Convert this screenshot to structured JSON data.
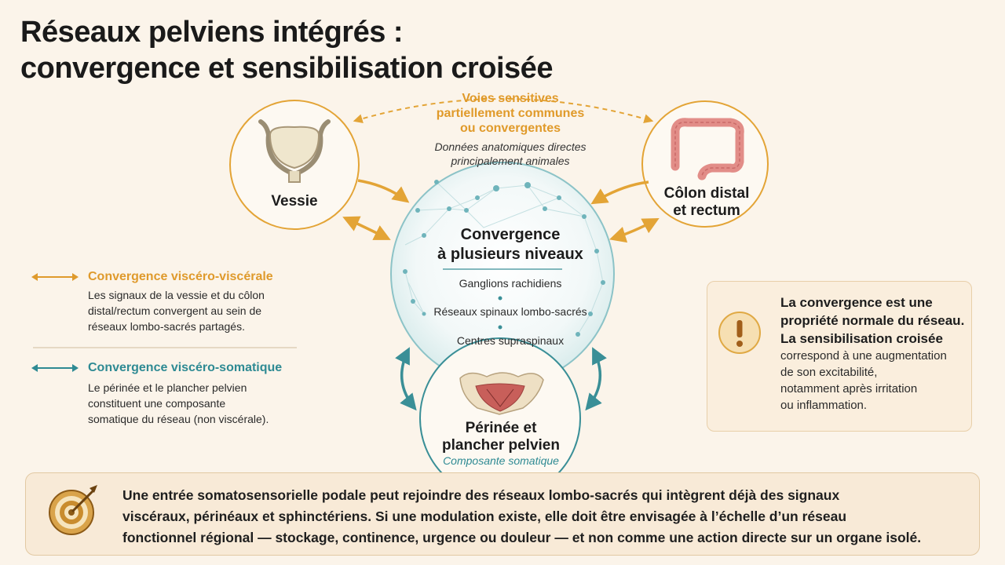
{
  "title": {
    "line1": "Réseaux pelviens intégrés :",
    "line2": "convergence et sensibilisation croisée"
  },
  "top_note": {
    "line1": "Voies sensitives",
    "line2": "partiellement communes",
    "line3": "ou convergentes",
    "italic1": "Données anatomiques directes",
    "italic2": "principalement animales"
  },
  "nodes": {
    "vessie": {
      "label": "Vessie",
      "icon": "bladder-icon"
    },
    "colon": {
      "line1": "Côlon distal",
      "line2": "et rectum",
      "icon": "colon-icon"
    },
    "perinee": {
      "line1": "Périnée et",
      "line2": "plancher pelvien",
      "subtitle": "Composante somatique",
      "icon": "pelvis-icon"
    }
  },
  "center": {
    "title1": "Convergence",
    "title2": "à plusieurs niveaux",
    "levels": [
      "Ganglions rachidiens",
      "Réseaux spinaux lombo-sacrés",
      "Centres supraspinaux"
    ]
  },
  "legend": {
    "visceral": {
      "title": "Convergence viscéro-viscérale",
      "lines": [
        "Les signaux de la vessie et du côlon",
        "distal/rectum convergent au sein de",
        "réseaux lombo-sacrés partagés."
      ],
      "color": "#df9a2c"
    },
    "somatic": {
      "title": "Convergence viscéro-somatique",
      "lines": [
        "Le périnée et le plancher pelvien",
        "constituent une composante",
        "somatique du réseau (non viscérale)."
      ],
      "color": "#2e8a93"
    }
  },
  "note_box": {
    "strong1": "La convergence est une",
    "strong2": "propriété normale du réseau.",
    "strong3": "La sensibilisation croisée",
    "normal": [
      "correspond à une augmentation",
      "de son excitabilité,",
      "notamment après irritation",
      "ou inflammation."
    ],
    "icon": "exclamation-icon"
  },
  "bottom": {
    "lines": [
      "Une entrée somatosensorielle podale peut rejoindre des réseaux lombo-sacrés qui intègrent déjà des signaux",
      "viscéraux, périnéaux et sphinctériens. Si une modulation existe, elle doit être envisagée à l’échelle d’un réseau",
      "fonctionnel régional — stockage, continence, urgence ou douleur — et non comme une action directe sur un organe isolé."
    ],
    "icon": "target-icon"
  },
  "colors": {
    "orange": "#e3a436",
    "teal": "#3a8f97",
    "background": "#fbf4ea"
  }
}
